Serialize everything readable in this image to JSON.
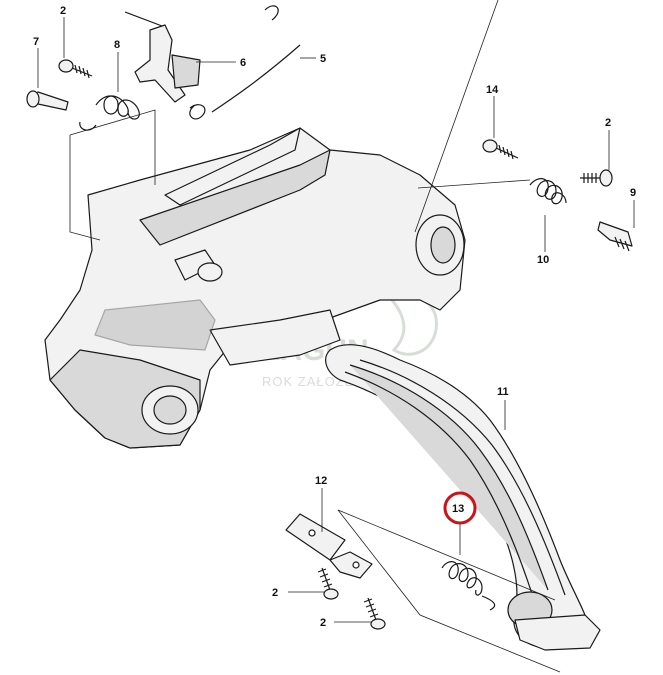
{
  "callouts": {
    "c7": "7",
    "c2a": "2",
    "c8": "8",
    "c6": "6",
    "c5": "5",
    "c14": "14",
    "c2b": "2",
    "c9": "9",
    "c10": "10",
    "c11": "11",
    "c12": "12",
    "c13": "13",
    "c2c": "2",
    "c2d": "2"
  },
  "watermark": {
    "brand": "ZAGUN",
    "line": "ROK ZAŁOŻENIA"
  },
  "colors": {
    "highlight_ring": "#c8151b",
    "watermark": "#cfd9cf"
  }
}
